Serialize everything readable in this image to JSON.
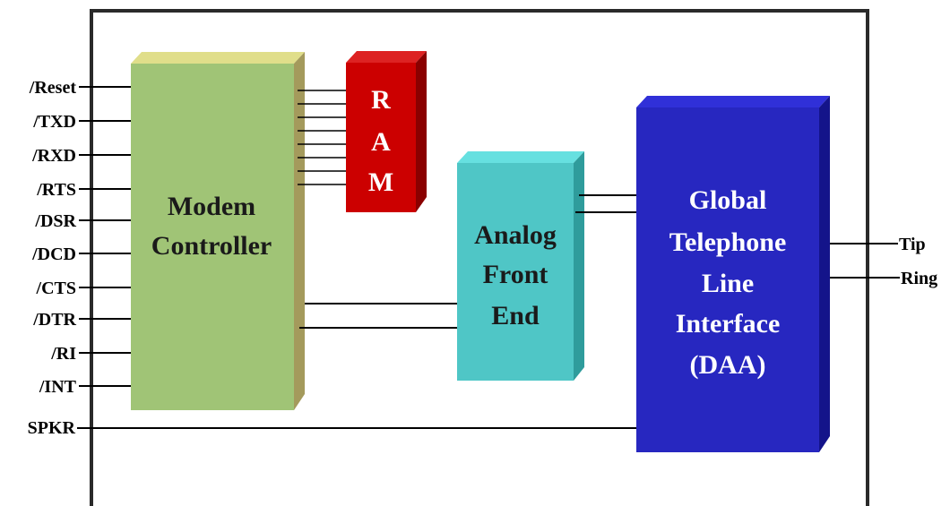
{
  "left_pins": [
    "/Reset",
    "/TXD",
    "/RXD",
    "/RTS",
    "/DSR",
    "/DCD",
    "/CTS",
    "/DTR",
    "/RI",
    "/INT"
  ],
  "speaker_pin": "SPKR",
  "right_pins": [
    "Tip",
    "Ring"
  ],
  "blocks": {
    "modem_controller": {
      "lines": [
        "Modem",
        "Controller"
      ],
      "front": "#a0c476",
      "top": "#e0de8a",
      "side": "#a49a5c",
      "text_color": "#1a1a1a"
    },
    "ram": {
      "letters": [
        "R",
        "A",
        "M"
      ],
      "front": "#cc0000",
      "top": "#dd2222",
      "side": "#8a0000",
      "text_color": "#ffffff"
    },
    "analog_front_end": {
      "lines": [
        "Analog",
        "Front",
        "End"
      ],
      "front": "#4fc6c6",
      "top": "#66e0e0",
      "side": "#2f9c9c",
      "text_color": "#1a1a1a"
    },
    "daa": {
      "lines": [
        "Global",
        "Telephone",
        "Line",
        "Interface",
        "(DAA)"
      ],
      "front": "#2727c0",
      "top": "#3030d8",
      "side": "#14148a",
      "text_color": "#ffffff"
    }
  }
}
